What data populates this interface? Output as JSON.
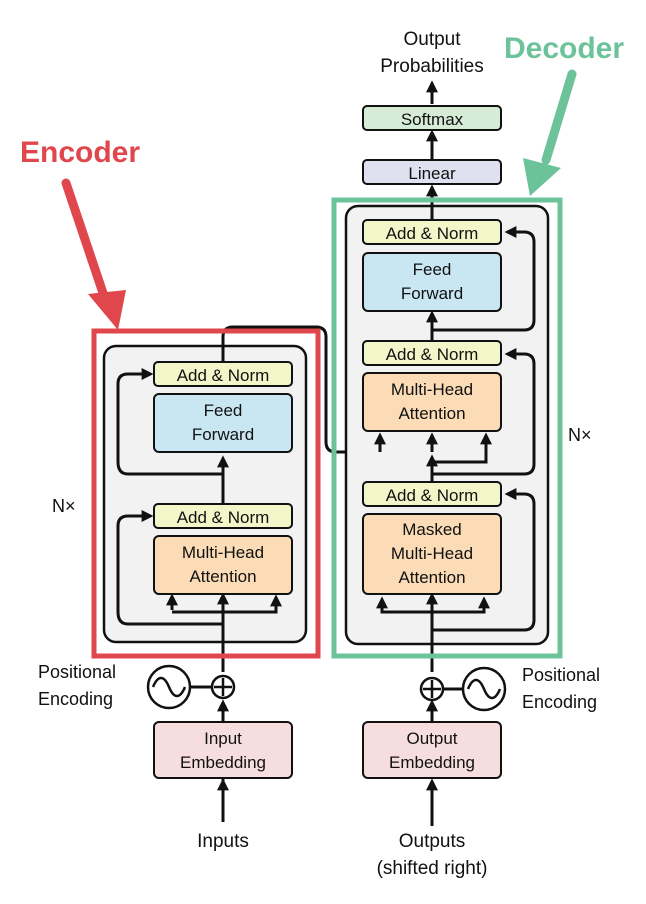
{
  "annotations": {
    "encoder": "Encoder",
    "decoder": "Decoder"
  },
  "encoder": {
    "nx_label": "N×",
    "add_norm_top": "Add & Norm",
    "feed_forward": [
      "Feed",
      "Forward"
    ],
    "add_norm_bottom": "Add & Norm",
    "attention": [
      "Multi-Head",
      "Attention"
    ],
    "positional_encoding": [
      "Positional",
      "Encoding"
    ],
    "embedding": [
      "Input",
      "Embedding"
    ],
    "input_label": "Inputs"
  },
  "decoder": {
    "nx_label": "N×",
    "add_norm_top": "Add & Norm",
    "feed_forward": [
      "Feed",
      "Forward"
    ],
    "add_norm_middle": "Add & Norm",
    "attention": [
      "Multi-Head",
      "Attention"
    ],
    "add_norm_bottom": "Add & Norm",
    "masked_attention": [
      "Masked",
      "Multi-Head",
      "Attention"
    ],
    "positional_encoding": [
      "Positional",
      "Encoding"
    ],
    "embedding": [
      "Output",
      "Embedding"
    ],
    "input_label": [
      "Outputs",
      "(shifted right)"
    ]
  },
  "head": {
    "linear": "Linear",
    "softmax": "Softmax",
    "output_label": [
      "Output",
      "Probabilities"
    ]
  },
  "colors": {
    "encoder_frame": "#e0474c",
    "decoder_frame": "#6cc39a",
    "add_norm_fill": "#f3f6c8",
    "feed_forward_fill": "#c9e7f3",
    "attention_fill": "#fbdcb6",
    "embedding_fill": "#f6dede",
    "linear_fill": "#dfe1f1",
    "softmax_fill": "#d6ecd6",
    "block_fill": "#f2f2f3"
  }
}
